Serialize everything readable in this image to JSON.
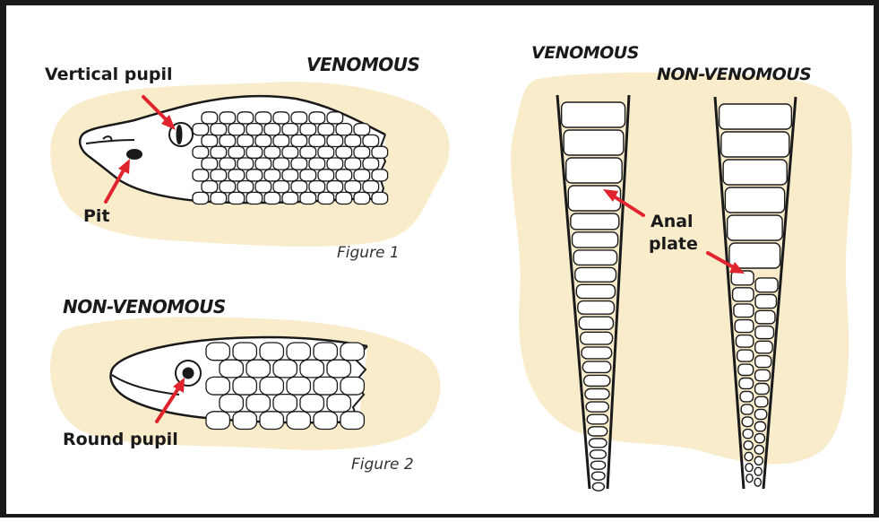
{
  "colors": {
    "background_blob": "#f8eccb",
    "outline": "#1a1a1a",
    "arrow": "#e0242d",
    "frame": "#1a1a1a"
  },
  "figure1": {
    "heading": "VENOMOUS",
    "label_pupil": "Vertical pupil",
    "label_pit": "Pit",
    "caption": "Figure 1"
  },
  "figure2": {
    "heading": "NON-VENOMOUS",
    "label_pupil": "Round pupil",
    "caption": "Figure 2"
  },
  "tails": {
    "heading_venomous": "VENOMOUS",
    "heading_nonvenomous": "NON-VENOMOUS",
    "label_anal_line1": "Anal",
    "label_anal_line2": "plate"
  }
}
